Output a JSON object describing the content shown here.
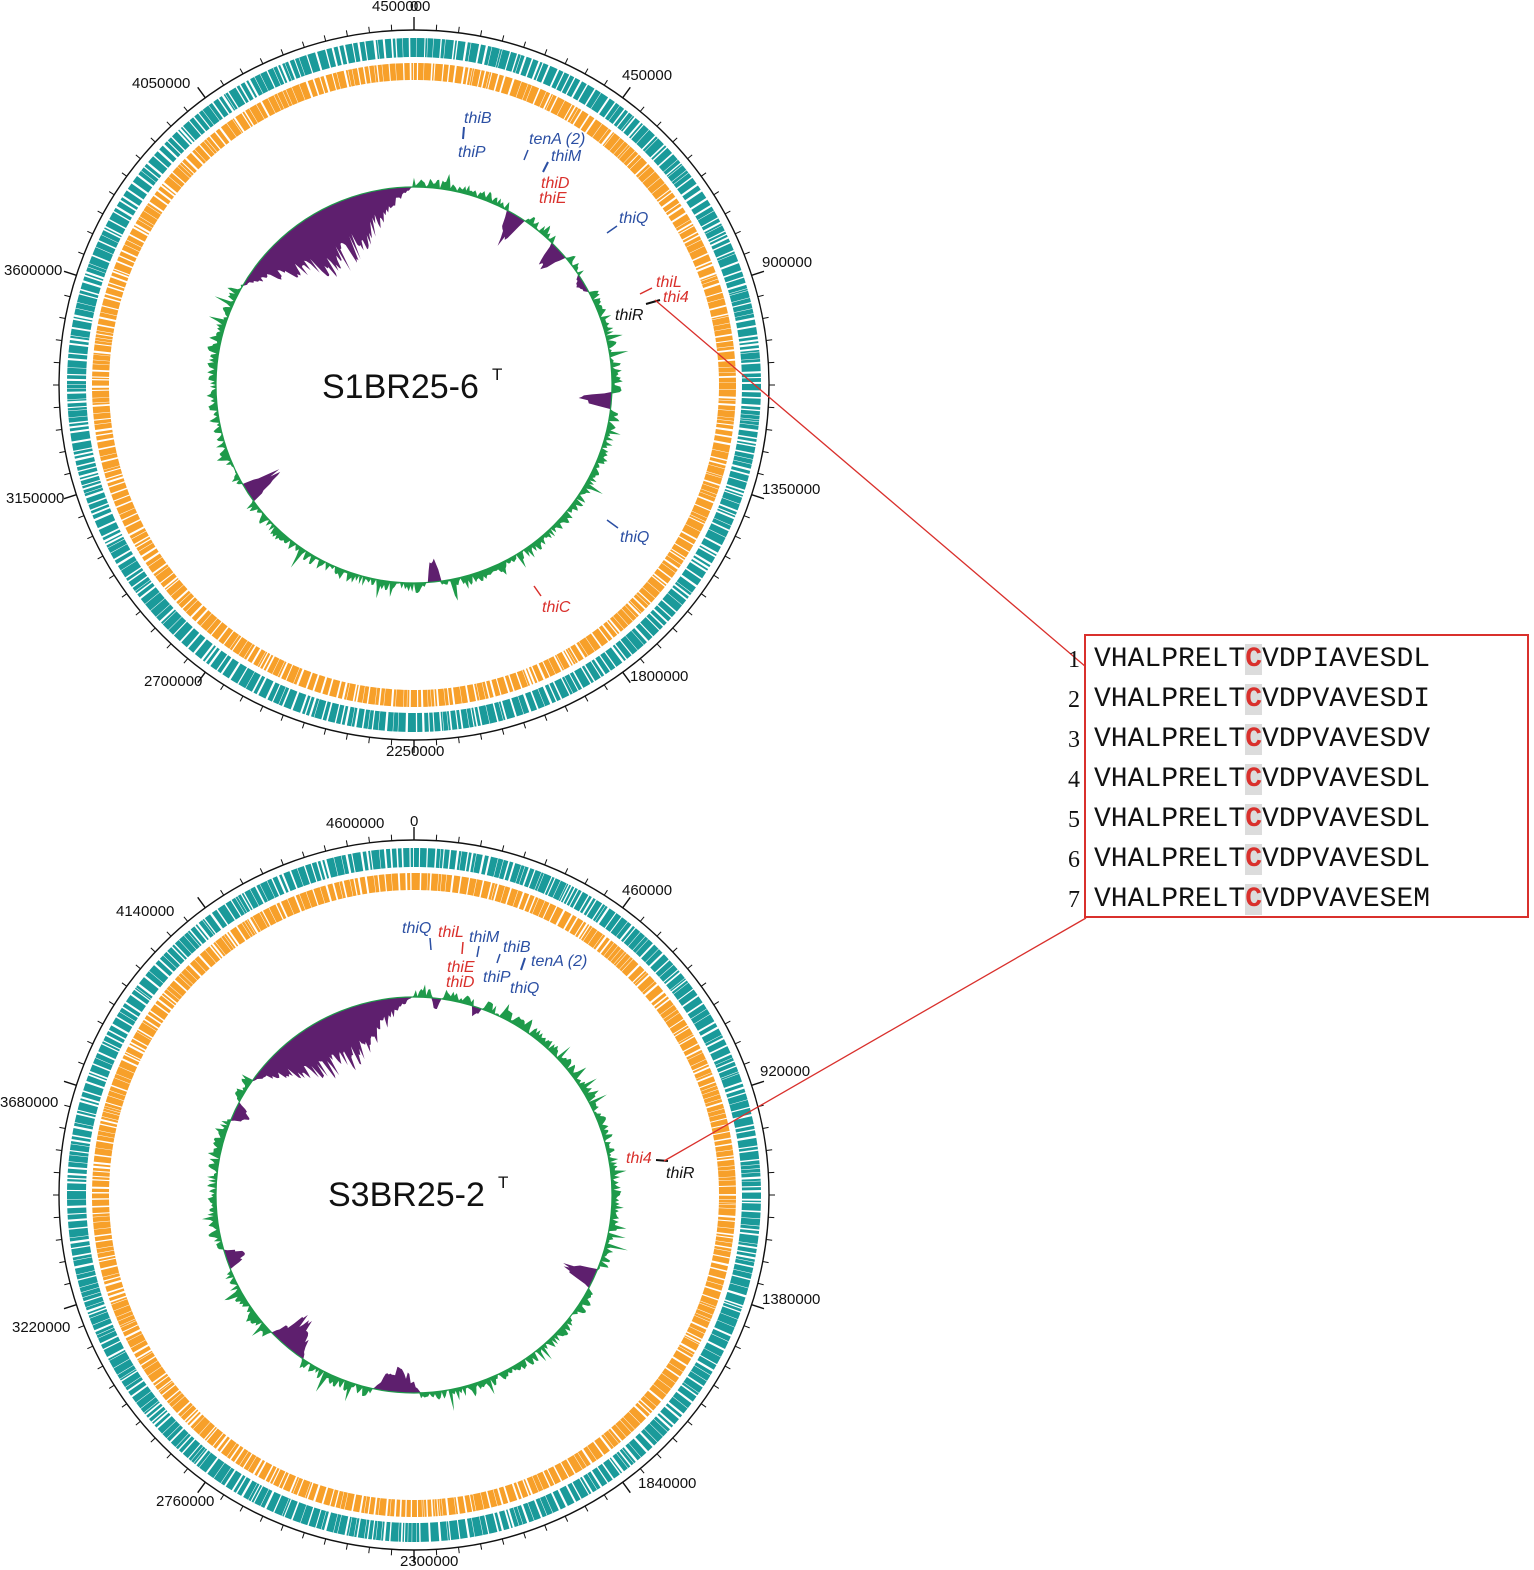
{
  "colors": {
    "cds_outer": "#1a9a9a",
    "cds_inner": "#f7a02a",
    "gc_positive": "#1e9a4a",
    "gc_negative": "#5e1f6e",
    "gene_blue": "#2b4fa3",
    "gene_red": "#d9302c",
    "gene_black": "#111111",
    "connector": "#d9302c",
    "box_border": "#d9302c",
    "highlight_bg": "#dcdcdc"
  },
  "genomes": [
    {
      "name": "S1BR25-6",
      "superscript": "T",
      "tick_labels": [
        "4500000",
        "0",
        "450000",
        "900000",
        "1350000",
        "1800000",
        "2250000",
        "2700000",
        "3150000",
        "3600000",
        "4050000"
      ],
      "gene_labels": [
        {
          "text": "thiB",
          "color": "blue"
        },
        {
          "text": "thiP",
          "color": "blue"
        },
        {
          "text": "tenA (2)",
          "color": "blue"
        },
        {
          "text": "thiM",
          "color": "blue"
        },
        {
          "text": "thiD",
          "color": "red"
        },
        {
          "text": "thiE",
          "color": "red"
        },
        {
          "text": "thiQ",
          "color": "blue"
        },
        {
          "text": "thiL",
          "color": "red"
        },
        {
          "text": "thi4",
          "color": "red"
        },
        {
          "text": "thiR",
          "color": "black"
        },
        {
          "text": "thiQ",
          "color": "blue"
        },
        {
          "text": "thiC",
          "color": "red"
        }
      ]
    },
    {
      "name": "S3BR25-2",
      "superscript": "T",
      "tick_labels": [
        "4600000",
        "0",
        "460000",
        "920000",
        "1380000",
        "1840000",
        "2300000",
        "2760000",
        "3220000",
        "3680000",
        "4140000"
      ],
      "gene_labels": [
        {
          "text": "thiQ",
          "color": "blue"
        },
        {
          "text": "thiL",
          "color": "red"
        },
        {
          "text": "thiM",
          "color": "blue"
        },
        {
          "text": "thiB",
          "color": "blue"
        },
        {
          "text": "thiE",
          "color": "red"
        },
        {
          "text": "thiD",
          "color": "red"
        },
        {
          "text": "thiP",
          "color": "blue"
        },
        {
          "text": "tenA (2)",
          "color": "blue"
        },
        {
          "text": "thiQ",
          "color": "blue"
        },
        {
          "text": "thi4",
          "color": "red"
        },
        {
          "text": "thiR",
          "color": "black"
        }
      ]
    }
  ],
  "alignment": {
    "rows": [
      {
        "index": "1",
        "pre": "VHALPRELT",
        "mid": "C",
        "post": "VDPIAVESDL"
      },
      {
        "index": "2",
        "pre": "VHALPRELT",
        "mid": "C",
        "post": "VDPVAVESDI"
      },
      {
        "index": "3",
        "pre": "VHALPRELT",
        "mid": "C",
        "post": "VDPVAVESDV"
      },
      {
        "index": "4",
        "pre": "VHALPRELT",
        "mid": "C",
        "post": "VDPVAVESDL"
      },
      {
        "index": "5",
        "pre": "VHALPRELT",
        "mid": "C",
        "post": "VDPVAVESDL"
      },
      {
        "index": "6",
        "pre": "VHALPRELT",
        "mid": "C",
        "post": "VDPVAVESDL"
      },
      {
        "index": "7",
        "pre": "VHALPRELT",
        "mid": "C",
        "post": "VDPVAVESEM"
      }
    ]
  }
}
